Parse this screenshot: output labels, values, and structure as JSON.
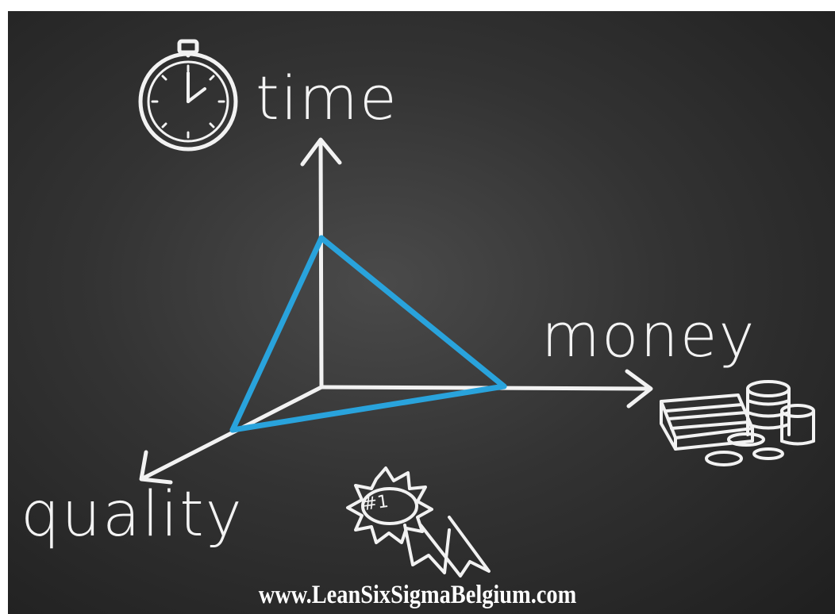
{
  "labels": {
    "time": "time",
    "money": "money",
    "quality": "quality",
    "award": "#1"
  },
  "footer": {
    "website": "www.LeanSixSigmaBelgium.com"
  },
  "icons": [
    "stopwatch-icon",
    "money-stack-icon",
    "award-ribbon-icon"
  ],
  "colors": {
    "background": "#2e2e2e",
    "chalk": "#f2f2f2",
    "triangle": "#29a3dc"
  }
}
